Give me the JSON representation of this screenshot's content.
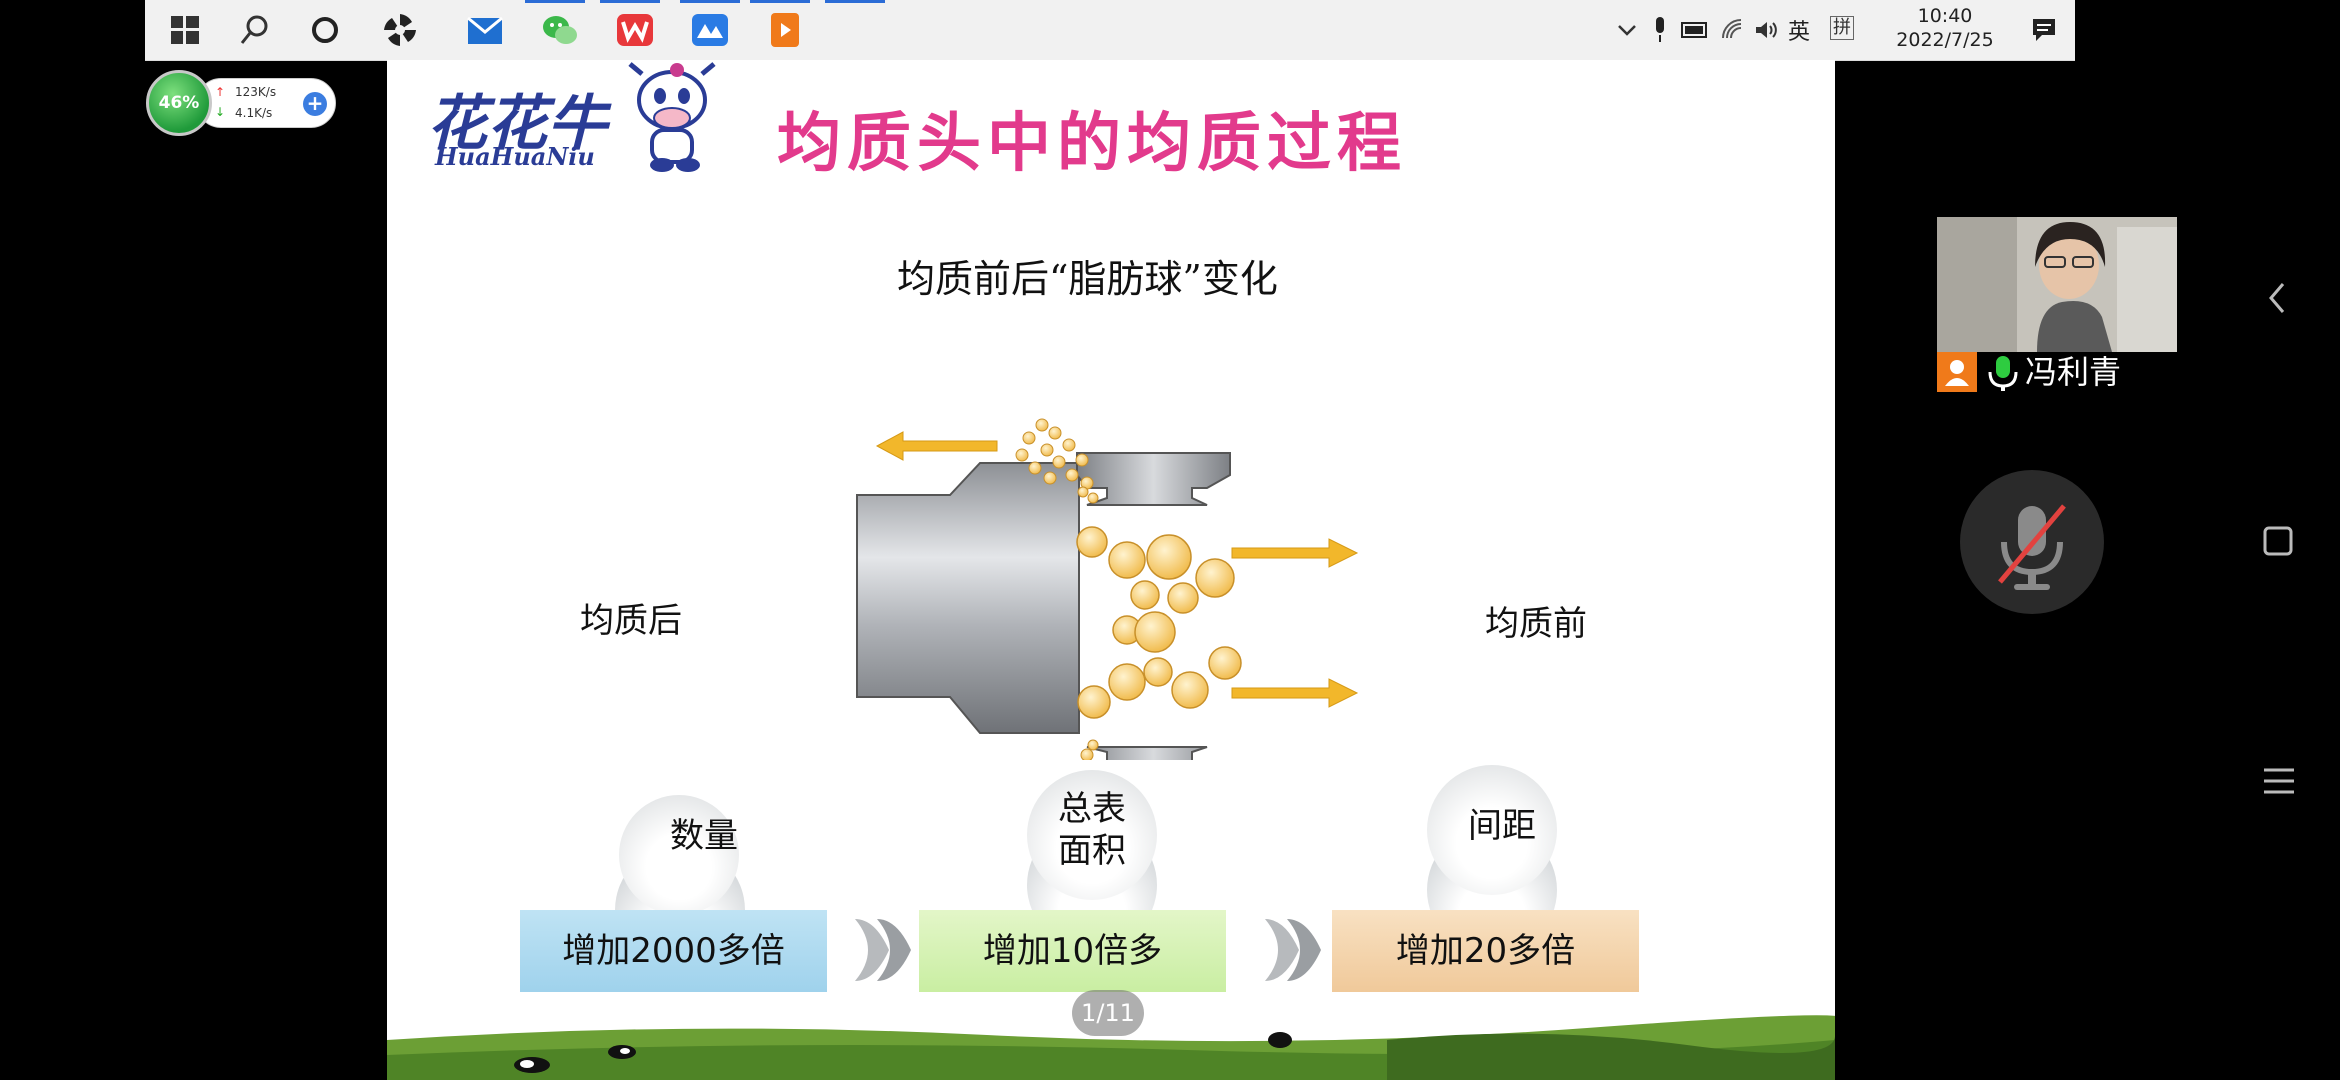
{
  "taskbar": {
    "apps": [
      "windows-start",
      "search",
      "cortana",
      "pinwheel-app",
      "mail",
      "wechat",
      "wps-office",
      "meeting-app",
      "video-player"
    ],
    "tray": {
      "ime_lang": "英",
      "ime_mode": "拼",
      "time": "10:40",
      "date": "2022/7/25"
    }
  },
  "net_widget": {
    "percent": "46%",
    "upload": "123K/s",
    "download": "4.1K/s",
    "plus": "+"
  },
  "slide": {
    "brand": "花花牛",
    "brand_sub": "HuaHuaNiu",
    "title": "均质头中的均质过程",
    "diagram_heading": "均质前后“脂肪球”变化",
    "label_after": "均质后",
    "label_before": "均质前",
    "metrics": [
      {
        "label": "数量",
        "result": "增加2000多倍",
        "color": "#a9d9ee"
      },
      {
        "label": "总表\n面积",
        "result": "增加10倍多",
        "color": "#d8f0b8"
      },
      {
        "label": "间距",
        "result": "增加20多倍",
        "color": "#f5d7b0"
      }
    ],
    "counter": "1/11"
  },
  "participant": {
    "name": "冯利青"
  },
  "colors": {
    "title_pink": "#e23a8c",
    "arrow_yellow": "#f2b72b",
    "fat_globule": "#f5c760"
  }
}
